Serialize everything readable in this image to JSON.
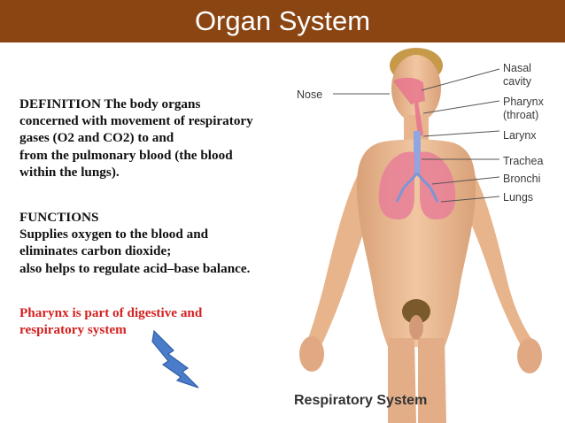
{
  "title": "Organ System",
  "definition_lines": [
    "DEFINITION The body organs",
    "concerned with movement of respiratory",
    "gases (O2 and CO2) to and",
    "from the pulmonary blood (the blood",
    "within the lungs)."
  ],
  "functions_lines": [
    "FUNCTIONS",
    "Supplies oxygen to the blood and",
    "eliminates carbon dioxide;",
    "also helps to regulate acid–base balance."
  ],
  "note_lines": [
    "Pharynx is part of digestive and",
    "respiratory system"
  ],
  "note_color": "#d42020",
  "title_bar_color": "#8b4513",
  "figure": {
    "labels": {
      "nose": "Nose",
      "nasal_cavity_1": "Nasal",
      "nasal_cavity_2": "cavity",
      "pharynx_1": "Pharynx",
      "pharynx_2": "(throat)",
      "larynx": "Larynx",
      "trachea": "Trachea",
      "bronchi": "Bronchi",
      "lungs": "Lungs"
    },
    "caption": "Respiratory System"
  },
  "arrow_icon": "lightning-arrow-icon"
}
